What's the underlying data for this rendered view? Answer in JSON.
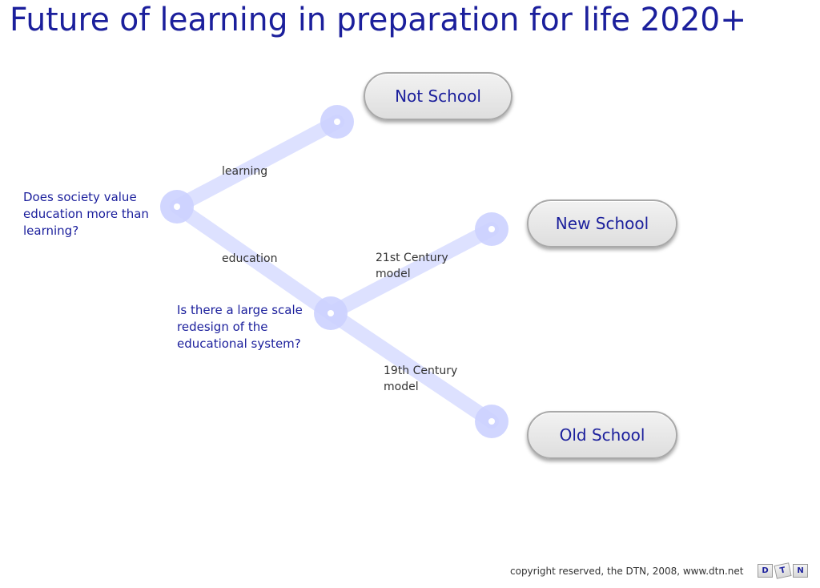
{
  "title": "Future of learning in preparation for life 2020+",
  "colors": {
    "title_text": "#1b1f9c",
    "branch": "#d7dcff",
    "node_outer": "#c9cfff",
    "node_inner": "#ffffff",
    "pill_border": "#a9a9a9",
    "pill_fill": "#e6e6e6"
  },
  "questions": {
    "root": "Does society value\neducation more than\nlearning?",
    "redesign": "Is there a large scale\nredesign of the\neducational system?"
  },
  "edges": {
    "learning": "learning",
    "education": "education",
    "century21": "21st Century\nmodel",
    "century19": "19th Century\nmodel"
  },
  "outcomes": {
    "not_school": "Not School",
    "new_school": "New School",
    "old_school": "Old School"
  },
  "footer": {
    "copyright": "copyright reserved, the DTN, 2008, www.dtn.net",
    "logo_letters": [
      "D",
      "T",
      "N"
    ]
  }
}
